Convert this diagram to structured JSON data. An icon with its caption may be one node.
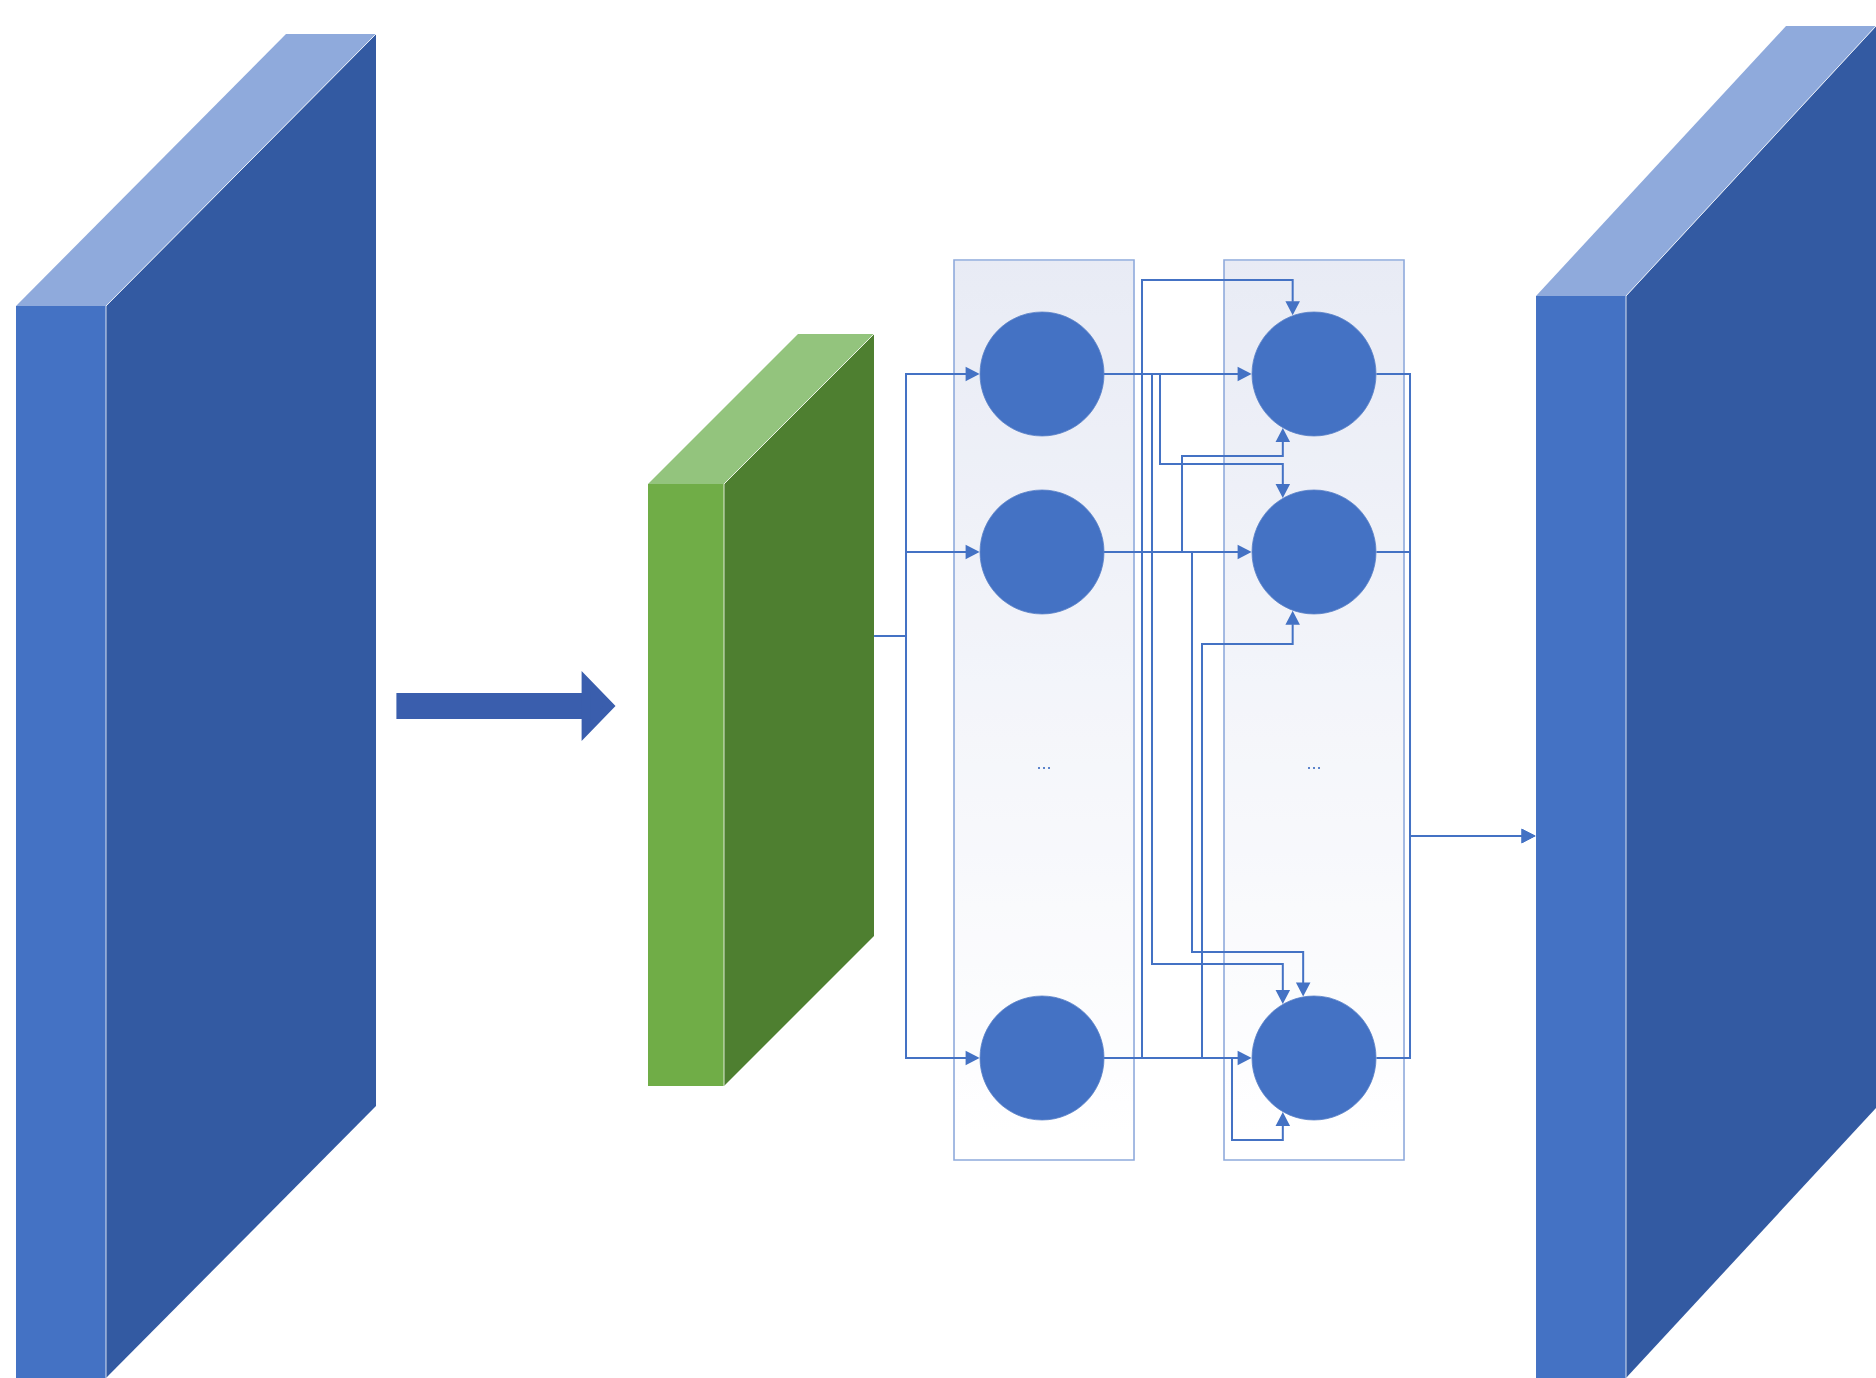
{
  "diagram": {
    "nodes": [
      {
        "text": [],
        "shape": "box"
      },
      {
        "text": [],
        "shape": "box"
      },
      {
        "text": [
          "..."
        ]
      },
      {
        "text": [],
        "shape": "circle",
        "in": 2
      },
      {
        "text": [],
        "shape": "circle",
        "in": 2
      },
      {
        "text": [],
        "shape": "circle",
        "in": 2
      },
      {
        "text": [
          "..."
        ]
      },
      {
        "text": [],
        "shape": "circle",
        "in": 6
      },
      {
        "text": [],
        "shape": "circle",
        "in": 6
      },
      {
        "text": [],
        "shape": "circle",
        "in": 6
      },
      {
        "text": [],
        "shape": "box"
      }
    ],
    "edges": [
      {
        "from": 0,
        "to": 1,
        "arrow": "to",
        "style": "thick"
      },
      {
        "from": 1,
        "to": 3,
        "arrow": "to"
      },
      {
        "from": 1,
        "to": 4,
        "arrow": "to"
      },
      {
        "from": 1,
        "to": 5,
        "arrow": "to"
      },
      {
        "from": 3,
        "to": 7,
        "arrow": "to"
      },
      {
        "from": 4,
        "to": 8,
        "arrow": "to"
      },
      {
        "from": 5,
        "to": 9,
        "arrow": "to"
      },
      {
        "from": 3,
        "to": 8,
        "arrow": "to"
      },
      {
        "from": 3,
        "to": 9,
        "arrow": "to"
      },
      {
        "from": 4,
        "to": 7,
        "arrow": "to"
      },
      {
        "from": 4,
        "to": 9,
        "arrow": "to"
      },
      {
        "from": 5,
        "to": 7,
        "arrow": "to"
      },
      {
        "from": 5,
        "to": 8,
        "arrow": "to"
      },
      {
        "from": 7,
        "to": 10,
        "arrow": "to"
      },
      {
        "from": 8,
        "to": 10,
        "arrow": "to"
      },
      {
        "from": 9,
        "to": 10,
        "arrow": "to"
      }
    ]
  }
}
